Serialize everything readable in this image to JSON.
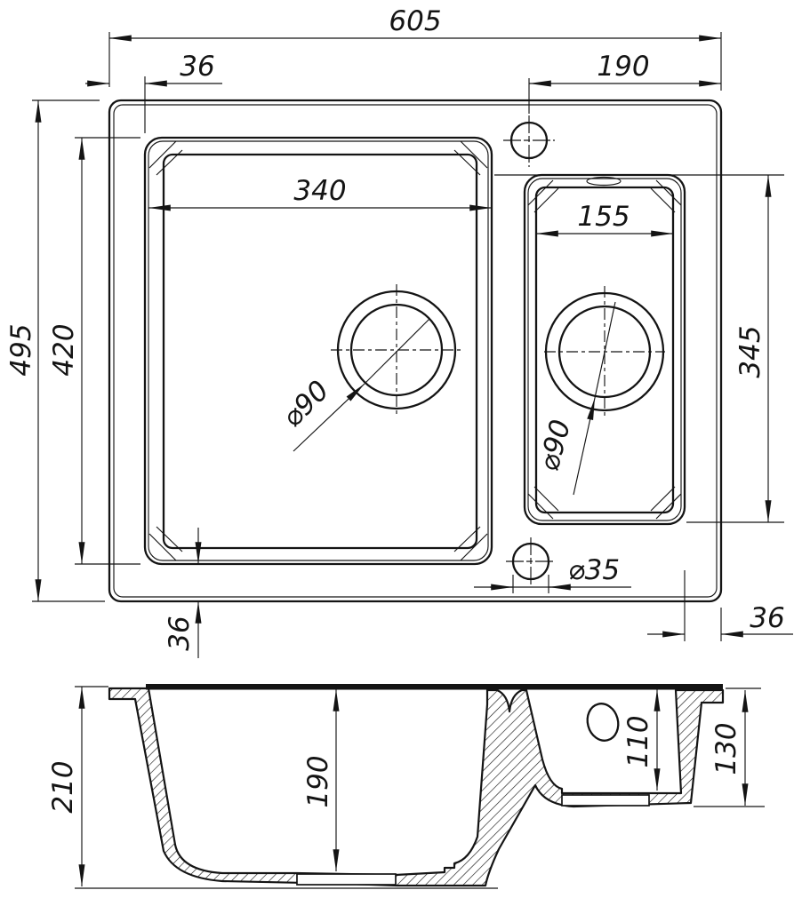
{
  "drawing": {
    "type": "kitchen-sink two-bowl dimension drawing",
    "views": [
      "top view",
      "front section view"
    ],
    "line_color": "#141414",
    "background": "#ffffff"
  },
  "labels": {
    "top": {
      "overall_width": "605",
      "rim_inset_left": "36",
      "tap_to_right_edge": "190",
      "main_bowl_width": "340",
      "half_bowl_width": "155",
      "overall_depth": "495",
      "main_bowl_length": "420",
      "half_bowl_length": "345",
      "main_drain": "⌀90",
      "half_drain": "⌀90",
      "tap_hole": "⌀35",
      "rim_inset_bottom": "36",
      "rim_inset_right": "36"
    },
    "section": {
      "overall_height": "210",
      "main_bowl_depth": "190",
      "half_bowl_depth": "110",
      "half_bowl_height": "130"
    }
  }
}
